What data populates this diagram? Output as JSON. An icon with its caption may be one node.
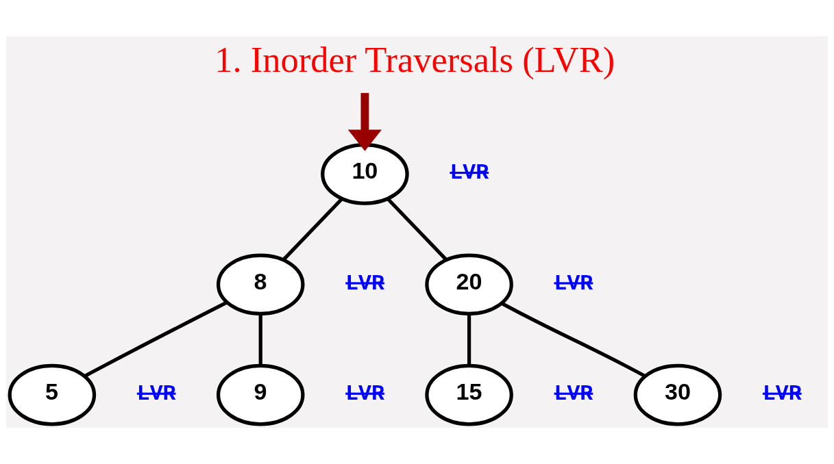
{
  "diagram": {
    "title": "1. Inorder Traversals (LVR)",
    "nodes": [
      {
        "text": [
          "10"
        ],
        "beside": [
          "LVR"
        ]
      },
      {
        "text": [
          "8"
        ],
        "beside": [
          "LVR"
        ]
      },
      {
        "text": [
          "20"
        ],
        "beside": [
          "LVR"
        ]
      },
      {
        "text": [
          "5"
        ],
        "beside": [
          "LVR"
        ]
      },
      {
        "text": [
          "9"
        ],
        "beside": [
          "LVR"
        ]
      },
      {
        "text": [
          "15"
        ],
        "beside": [
          "LVR"
        ]
      },
      {
        "text": [
          "30"
        ],
        "beside": [
          "LVR"
        ]
      }
    ],
    "edges": [
      {
        "from": null,
        "to": 0,
        "arrow": "to",
        "style": "thick",
        "color": "#990000"
      },
      {
        "from": 0,
        "to": 1,
        "arrow": "none"
      },
      {
        "from": 0,
        "to": 2,
        "arrow": "none"
      },
      {
        "from": 1,
        "to": 3,
        "arrow": "none"
      },
      {
        "from": 1,
        "to": 4,
        "arrow": "none"
      },
      {
        "from": 2,
        "to": 5,
        "arrow": "none"
      },
      {
        "from": 2,
        "to": 6,
        "arrow": "none"
      }
    ]
  }
}
